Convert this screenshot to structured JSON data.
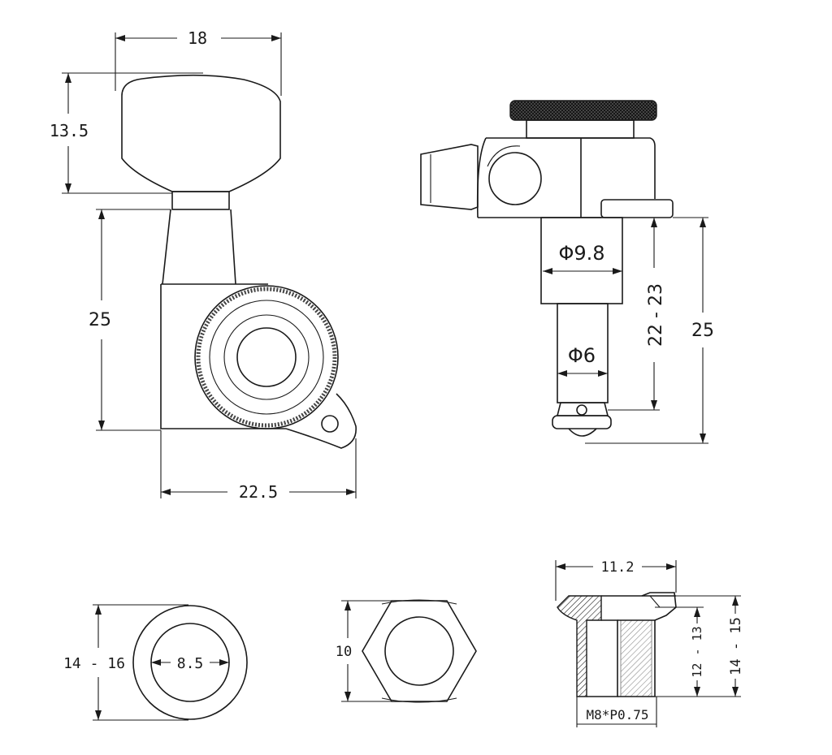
{
  "dimensions": {
    "button_width": "18",
    "button_height": "13.5",
    "post_height": "25",
    "housing_width": "22.5",
    "shaft_diameter_large": "Φ9.8",
    "shaft_diameter_small": "Φ6",
    "post_length_range": "22 - 23",
    "side_height": "25",
    "washer_outer": "14 - 16",
    "washer_inner": "8.5",
    "nut_width": "10",
    "bushing_width": "11.2",
    "bushing_inner_height": "12 - 13",
    "bushing_outer_height": "14 - 15",
    "thread_spec": "M8*P0.75"
  },
  "colors": {
    "line": "#1a1a1a",
    "background": "#ffffff"
  }
}
